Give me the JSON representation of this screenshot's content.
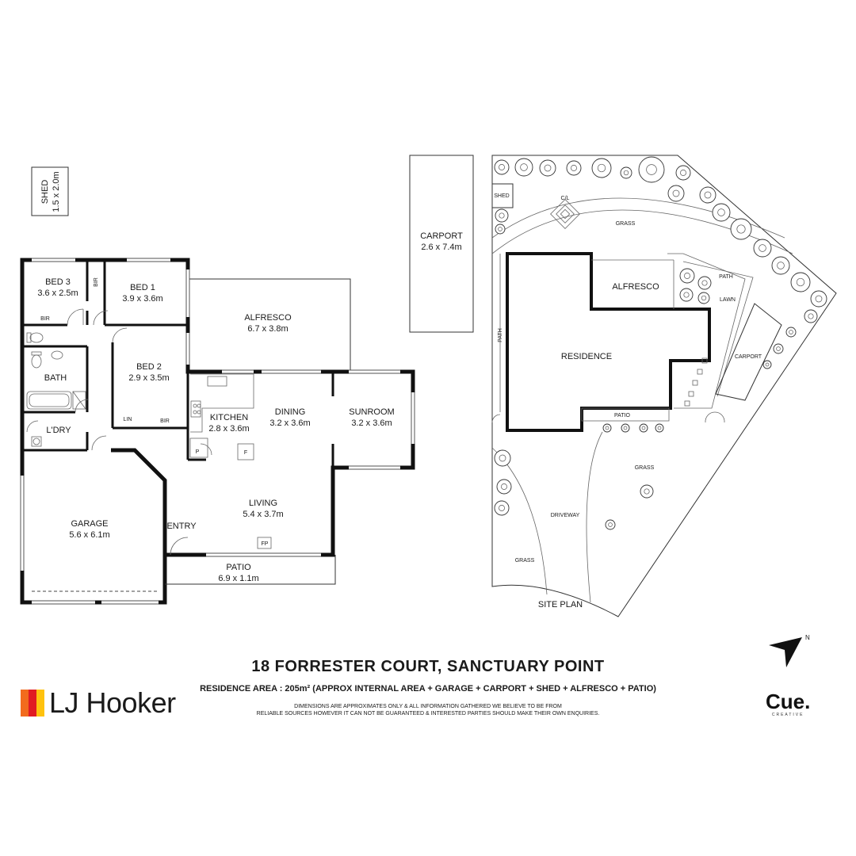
{
  "title": "18 FORRESTER COURT, SANCTUARY POINT",
  "area_line": "RESIDENCE AREA :  205m²  (APPROX INTERNAL AREA + GARAGE + CARPORT + SHED + ALFRESCO + PATIO)",
  "disclaimer_1": "DIMENSIONS ARE APPROXIMATES ONLY & ALL INFORMATION GATHERED WE BELIEVE TO BE FROM",
  "disclaimer_2": "RELIABLE SOURCES HOWEVER IT CAN NOT BE GUARANTEED & INTERESTED PARTIES SHOULD MAKE THEIR OWN ENQUIRIES.",
  "brand_left": "LJ Hooker",
  "brand_left_colors": [
    "#f26b1d",
    "#e11b22",
    "#ffc20e"
  ],
  "brand_right": "Cue.",
  "brand_right_sub": "CREATIVE",
  "rooms": {
    "shed_name": "SHED",
    "shed_dim": "1.5 x 2.0m",
    "carport_name": "CARPORT",
    "carport_dim": "2.6 x 7.4m",
    "bed3_name": "BED 3",
    "bed3_dim": "3.6 x 2.5m",
    "bed1_name": "BED 1",
    "bed1_dim": "3.9 x 3.6m",
    "bed2_name": "BED 2",
    "bed2_dim": "2.9 x 3.5m",
    "alfresco_name": "ALFRESCO",
    "alfresco_dim": "6.7 x 3.8m",
    "kitchen_name": "KITCHEN",
    "kitchen_dim": "2.8 x 3.6m",
    "dining_name": "DINING",
    "dining_dim": "3.2 x 3.6m",
    "sunroom_name": "SUNROOM",
    "sunroom_dim": "3.2 x 3.6m",
    "living_name": "LIVING",
    "living_dim": "5.4 x 3.7m",
    "garage_name": "GARAGE",
    "garage_dim": "5.6 x 6.1m",
    "patio_name": "PATIO",
    "patio_dim": "6.9 x 1.1m",
    "bath": "BATH",
    "laundry": "L'DRY",
    "entry": "ENTRY",
    "bir": "BIR",
    "lin": "LIN",
    "pantry": "P",
    "fridge": "F",
    "fireplace": "FP"
  },
  "site": {
    "shed": "SHED",
    "cl": "C/L",
    "grass": "GRASS",
    "alfresco": "ALFRESCO",
    "residence": "RESIDENCE",
    "path": "PATH",
    "lawn": "LAWN",
    "carport": "CARPORT",
    "patio": "PATIO",
    "driveway": "DRIVEWAY",
    "site_plan": "SITE PLAN"
  },
  "icons": {
    "north_arrow": "north-arrow-icon",
    "north_letter": "N"
  }
}
